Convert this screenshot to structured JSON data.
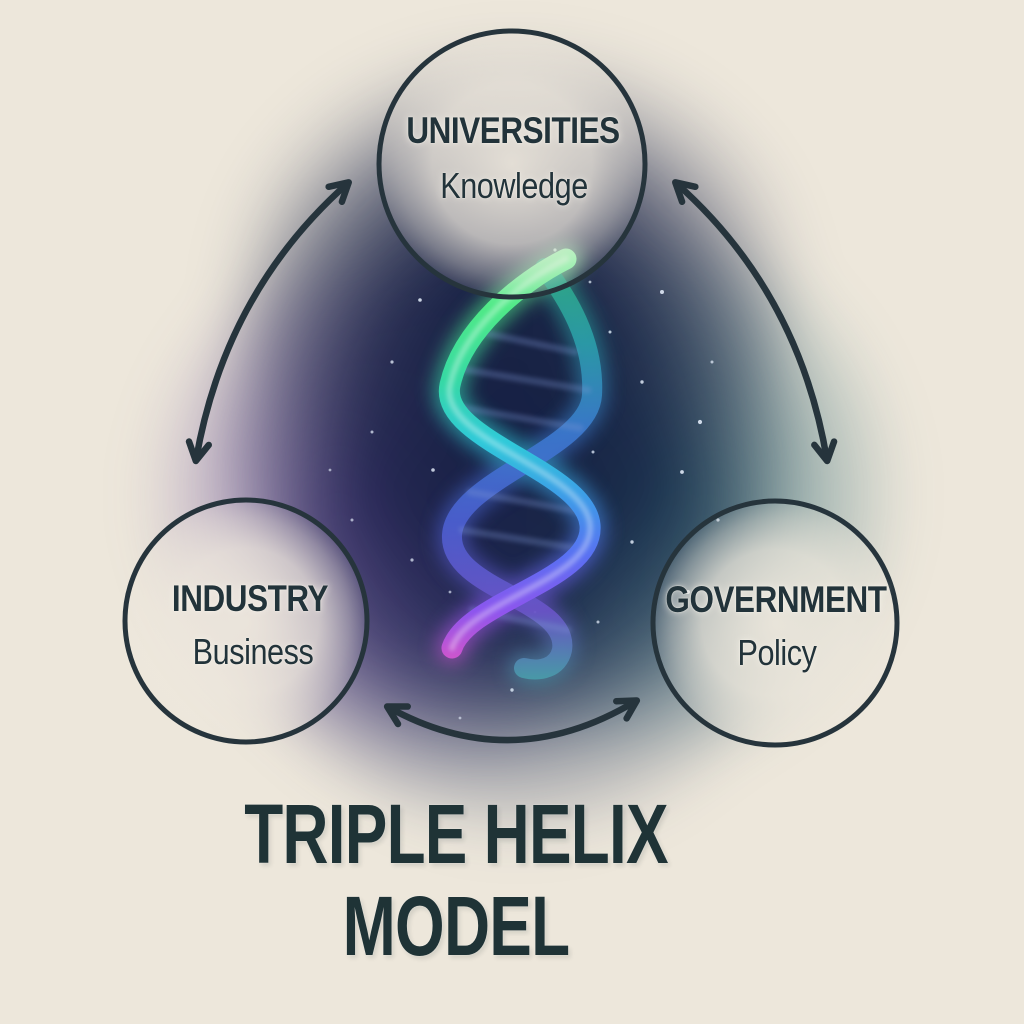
{
  "diagram": {
    "title_line1": "TRIPLE HELIX",
    "title_line2": "MODEL",
    "nodes": [
      {
        "id": "universities",
        "label": "UNIVERSITIES",
        "sublabel": "Knowledge",
        "position": "top"
      },
      {
        "id": "industry",
        "label": "INDUSTRY",
        "sublabel": "Business",
        "position": "bottom-left"
      },
      {
        "id": "government",
        "label": "GOVERNMENT",
        "sublabel": "Policy",
        "position": "bottom-right"
      }
    ],
    "connections": [
      {
        "from": "universities",
        "to": "industry",
        "style": "double-headed-curved-arrow"
      },
      {
        "from": "universities",
        "to": "government",
        "style": "double-headed-curved-arrow"
      },
      {
        "from": "industry",
        "to": "government",
        "style": "double-headed-curved-arrow"
      }
    ],
    "center_graphic": "glowing-dna-double-helix-on-starry-nebula",
    "colors": {
      "background": "#EDE7DB",
      "ink": "#24343B",
      "helix_palette": [
        "#4FE987",
        "#2FC9D9",
        "#3E9AE8",
        "#8D55EE",
        "#EF63A8"
      ],
      "nebula_core": "#101A3E",
      "nebula_purple": "#5E3E96",
      "nebula_teal": "#1E5C68"
    }
  }
}
